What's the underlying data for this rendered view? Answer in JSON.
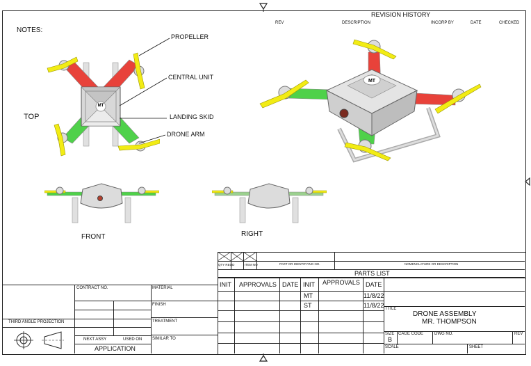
{
  "notes_label": "NOTES:",
  "views": {
    "top": "TOP",
    "front": "FRONT",
    "right": "RIGHT"
  },
  "callouts": {
    "propeller": "PROPELLER",
    "central_unit": "CENTRAL UNIT",
    "landing_skid": "LANDING SKID",
    "drone_arm": "DRONE ARM"
  },
  "logo_text": "MT",
  "revision_history": {
    "title": "REVISION HISTORY",
    "columns": [
      "REV",
      "DESCRIPTION",
      "INCORP BY",
      "DATE",
      "CHECKED"
    ]
  },
  "parts_list": {
    "title": "PARTS LIST",
    "qty_reqd": "QTY REQD",
    "item_no": "ITEM NO",
    "part_or_id": "PART OR IDENTIFYING NO.",
    "nomenclature": "NOMENCLATURE OR DESCRIPTION"
  },
  "approvals": {
    "left_headers": [
      "INIT",
      "APPROVALS",
      "DATE"
    ],
    "right_headers": [
      "INIT",
      "APPROVALS",
      "DATE"
    ],
    "rows": [
      {
        "init": "MT",
        "date": "11/8/22"
      },
      {
        "init": "ST",
        "date": "11/8/22"
      }
    ]
  },
  "title_block": {
    "title_label": "TITLE",
    "title_line1": "DRONE ASSEMBLY",
    "title_line2": "MR. THOMPSON",
    "size_label": "SIZE",
    "size_value": "B",
    "cage_code_label": "CAGE CODE",
    "dwg_no_label": "DWG NO.",
    "rev_label": "REV",
    "scale_label": "SCALE",
    "sheet_label": "SHEET"
  },
  "left_block": {
    "contract_no": "CONTRACT NO.",
    "material": "MATERIAL",
    "finish": "FINISH",
    "treatment": "TREATMENT",
    "similar_to": "SIMILAR TO",
    "third_angle": "THIRD ANGLE PROJECTION",
    "next_assy": "NEXT ASSY",
    "used_on": "USED ON",
    "application": "APPLICATION"
  },
  "colors": {
    "red_arm": "#e8423a",
    "green_arm": "#4fd14a",
    "propeller": "#f2ec14",
    "body": "#d8d8d8"
  }
}
